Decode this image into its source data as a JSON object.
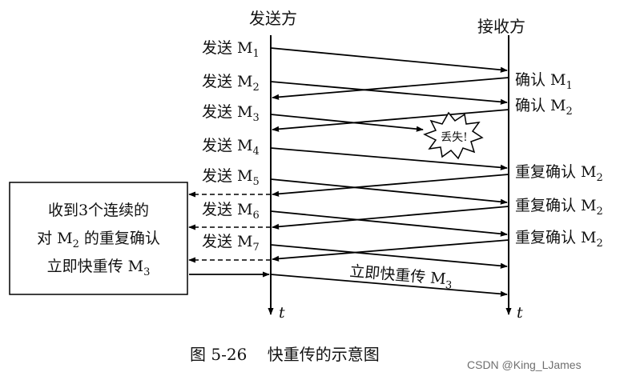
{
  "header": {
    "sender": "发送方",
    "receiver": "接收方"
  },
  "send_labels": [
    {
      "text": "发送 M",
      "sub": "1"
    },
    {
      "text": "发送 M",
      "sub": "2"
    },
    {
      "text": "发送 M",
      "sub": "3"
    },
    {
      "text": "发送 M",
      "sub": "4"
    },
    {
      "text": "发送 M",
      "sub": "5"
    },
    {
      "text": "发送 M",
      "sub": "6"
    },
    {
      "text": "发送 M",
      "sub": "7"
    }
  ],
  "ack_labels": [
    {
      "text": "确认 M",
      "sub": "1"
    },
    {
      "text": "确认 M",
      "sub": "2"
    },
    {
      "text": "重复确认 M",
      "sub": "2"
    },
    {
      "text": "重复确认 M",
      "sub": "2"
    },
    {
      "text": "重复确认 M",
      "sub": "2"
    }
  ],
  "lost_label": "丢失!",
  "note_box": {
    "line1": "收到3个连续的",
    "line2_a": "对 M",
    "line2_sub": "2",
    "line2_b": " 的重复确认",
    "line3": "立即快重传 M",
    "line3_sub": "3"
  },
  "retransmit_label": {
    "text": "立即快重传 M",
    "sub": "3"
  },
  "time_axis_label": "t",
  "caption": "图 5-26    快重传的示意图",
  "watermark": "CSDN @King_LJames"
}
